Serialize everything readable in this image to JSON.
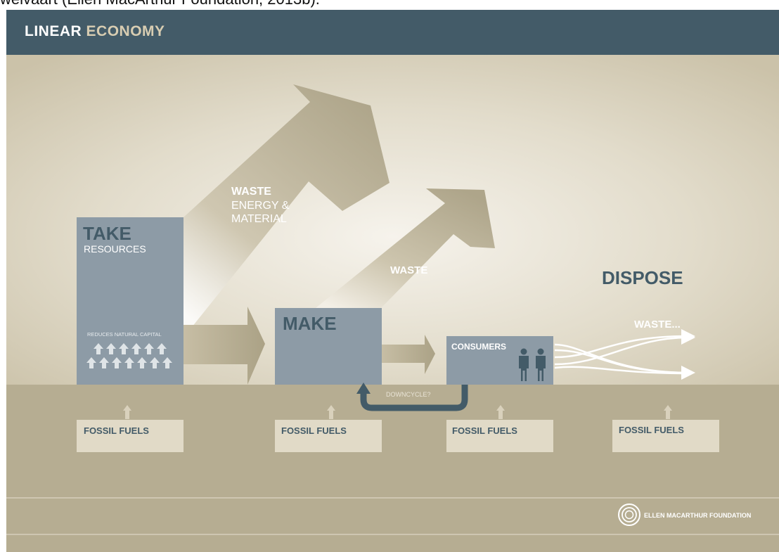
{
  "caption_text": "welvaart (Ellen MacArthur Foundation, 2013b).",
  "header": {
    "title_part1": "LINEAR",
    "title_part2": "ECONOMY"
  },
  "take": {
    "title": "TAKE",
    "subtitle": "RESOURCES",
    "note": "REDUCES NATURAL CAPITAL"
  },
  "make": {
    "title": "MAKE"
  },
  "consumers": {
    "title": "CONSUMERS"
  },
  "waste_big": {
    "line1": "WASTE",
    "line2": "ENERGY &",
    "line3": "MATERIAL"
  },
  "waste_small": {
    "label": "WASTE"
  },
  "dispose": {
    "title": "DISPOSE",
    "waste_label": "WASTE..."
  },
  "downcycle": {
    "label": "DOWNCYCLE?"
  },
  "fossil_fuels": [
    "FOSSIL FUELS",
    "FOSSIL FUELS",
    "FOSSIL FUELS",
    "FOSSIL FUELS"
  ],
  "footer": {
    "brand": "ELLEN MACARTHUR FOUNDATION"
  },
  "colors": {
    "header_bg": "#435b68",
    "box_fill": "#8d9ba6",
    "ground": "#b6ad92",
    "arrow": "#b4ab8f",
    "dark_text": "#435b68"
  },
  "icons": [
    "up-arrow-icon",
    "person-icon",
    "foundation-logo-icon"
  ]
}
